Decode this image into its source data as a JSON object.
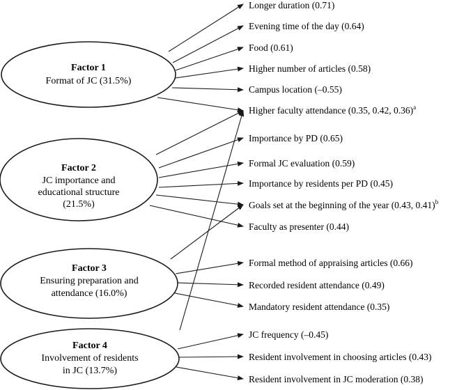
{
  "factors": [
    {
      "id": "f1",
      "title": "Factor 1",
      "lines": [
        "Format of JC (31.5%)"
      ]
    },
    {
      "id": "f2",
      "title": "Factor 2",
      "lines": [
        "JC importance and",
        "educational structure",
        "(21.5%)"
      ]
    },
    {
      "id": "f3",
      "title": "Factor 3",
      "lines": [
        "Ensuring preparation and",
        "attendance (16.0%)"
      ]
    },
    {
      "id": "f4",
      "title": "Factor 4",
      "lines": [
        "Involvement of residents",
        "in JC (13.7%)"
      ]
    }
  ],
  "items": [
    {
      "id": "i0",
      "text": "Longer duration (0.71)"
    },
    {
      "id": "i1",
      "text": "Evening time of the day (0.64)"
    },
    {
      "id": "i2",
      "text": "Food (0.61)"
    },
    {
      "id": "i3",
      "text": "Higher number of articles (0.58)"
    },
    {
      "id": "i4",
      "text": "Campus location (–0.55)"
    },
    {
      "id": "i5",
      "text": "Higher faculty attendance (0.35, 0.42, 0.36)",
      "sup": "a"
    },
    {
      "id": "i6",
      "text": "Importance by PD (0.65)"
    },
    {
      "id": "i7",
      "text": "Formal JC evaluation (0.59)"
    },
    {
      "id": "i8",
      "text": "Importance by residents per PD (0.45)"
    },
    {
      "id": "i9",
      "text": "Goals set at the beginning of the year (0.43, 0.41)",
      "sup": "b"
    },
    {
      "id": "i10",
      "text": "Faculty as presenter (0.44)"
    },
    {
      "id": "i11",
      "text": "Formal method of appraising articles (0.66)"
    },
    {
      "id": "i12",
      "text": "Recorded resident attendance (0.49)"
    },
    {
      "id": "i13",
      "text": "Mandatory resident attendance (0.35)"
    },
    {
      "id": "i14",
      "text": "JC frequency (–0.45)"
    },
    {
      "id": "i15",
      "text": "Resident involvement in choosing articles (0.43)"
    },
    {
      "id": "i16",
      "text": "Resident involvement in JC moderation (0.38)"
    }
  ]
}
